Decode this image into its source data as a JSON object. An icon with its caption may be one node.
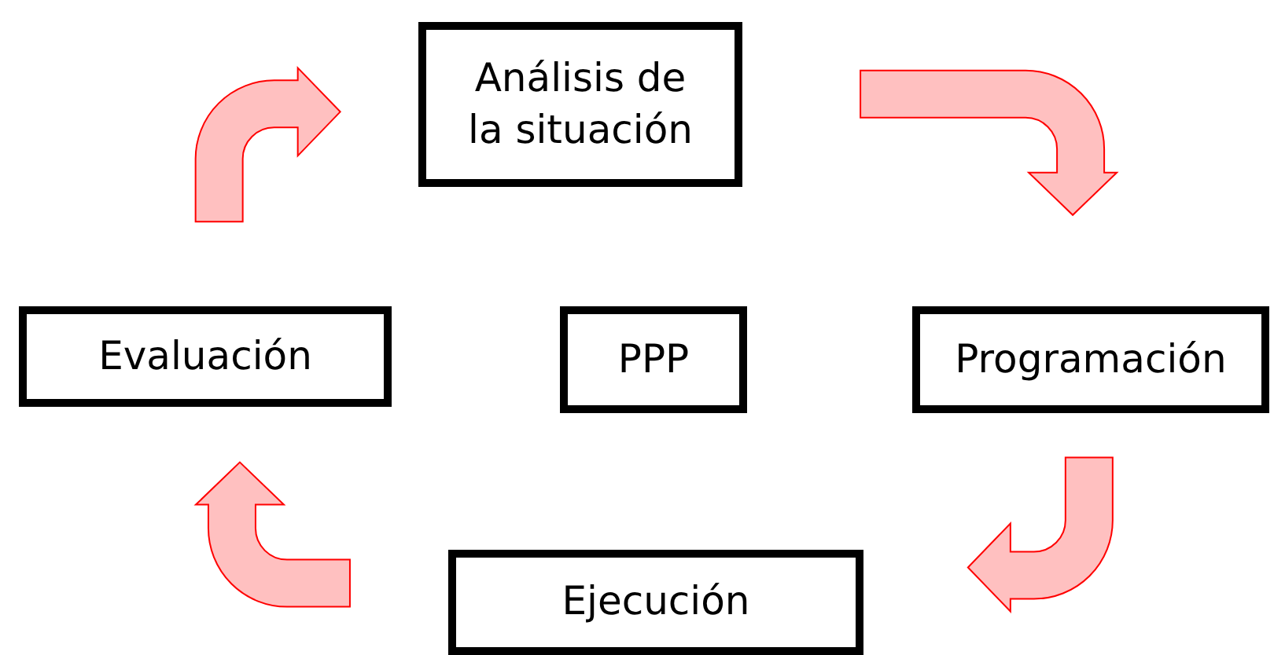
{
  "diagram": {
    "nodes": [
      {
        "text": [
          "Análisis de la situación"
        ]
      },
      {
        "text": [
          "Evaluación"
        ]
      },
      {
        "text": [
          "PPP"
        ]
      },
      {
        "text": [
          "Programación"
        ]
      },
      {
        "text": [
          "Ejecución"
        ]
      }
    ],
    "edges": [
      {
        "from": 0,
        "to": 3,
        "arrow": "to"
      },
      {
        "from": 3,
        "to": 4,
        "arrow": "to"
      },
      {
        "from": 4,
        "to": 1,
        "arrow": "to"
      },
      {
        "from": 1,
        "to": 0,
        "arrow": "to"
      }
    ]
  }
}
